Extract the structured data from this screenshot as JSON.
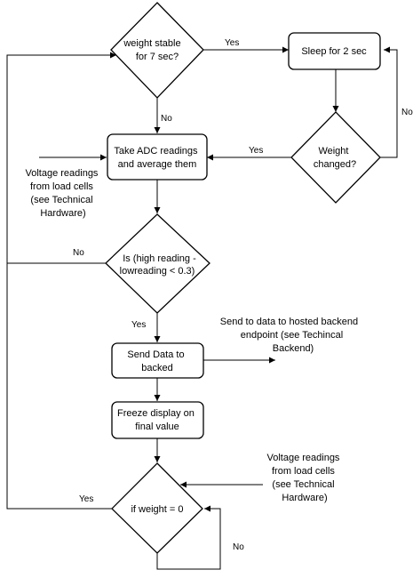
{
  "nodes": {
    "weight_stable": [
      "weight stable",
      "for 7 sec?"
    ],
    "sleep": [
      "Sleep for 2 sec"
    ],
    "weight_changed": [
      "Weight",
      "changed?"
    ],
    "take_adc": [
      "Take ADC readings",
      "and average them"
    ],
    "is_high_low": [
      "Is (high reading  -",
      "lowreading  < 0.3)"
    ],
    "send_data": [
      "Send Data to",
      "backed"
    ],
    "freeze": [
      "Freeze display on",
      "final value"
    ],
    "if_weight": [
      "if weight = 0"
    ]
  },
  "notes": {
    "voltage_top": [
      "Voltage readings",
      "from load cells",
      "(see Technical",
      "Hardware)"
    ],
    "send_backend": [
      "Send to data to hosted backend",
      "endpoint (see Techincal",
      "Backend)"
    ],
    "voltage_bottom": [
      "Voltage readings",
      "from load cells",
      "(see Technical",
      "Hardware)"
    ]
  },
  "edge_labels": {
    "stable_yes": "Yes",
    "stable_no": "No",
    "changed_no": "No",
    "changed_yes": "Yes",
    "range_no": "No",
    "range_yes": "Yes",
    "zero_yes": "Yes",
    "zero_no": "No"
  }
}
